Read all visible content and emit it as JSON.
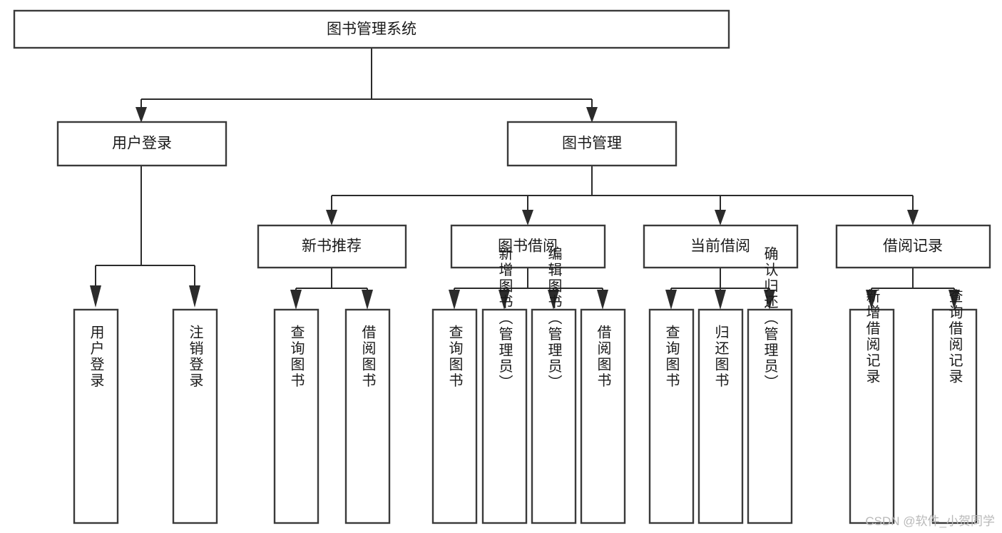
{
  "diagram": {
    "type": "tree-hierarchy-chart",
    "title": "图书管理系统",
    "watermark": "CSDN @软件_小贺同学",
    "colors": {
      "box_stroke": "#3a3a3a",
      "box_fill": "#ffffff",
      "edge": "#2b2b2b",
      "text": "#1a1a1a",
      "watermark": "#b9b9b9",
      "background": "#ffffff"
    },
    "root": {
      "label": "图书管理系统",
      "orientation": "horizontal"
    },
    "level2": [
      {
        "label": "用户登录",
        "orientation": "horizontal"
      },
      {
        "label": "图书管理",
        "orientation": "horizontal"
      }
    ],
    "level3": [
      {
        "label": "新书推荐",
        "orientation": "horizontal"
      },
      {
        "label": "图书借阅",
        "orientation": "horizontal"
      },
      {
        "label": "当前借阅",
        "orientation": "horizontal"
      },
      {
        "label": "借阅记录",
        "orientation": "horizontal"
      }
    ],
    "leaves": {
      "user_login": [
        {
          "label": "用户登录",
          "orientation": "vertical"
        },
        {
          "label": "注销登录",
          "orientation": "vertical"
        }
      ],
      "new_book_recommend": [
        {
          "label": "查询图书",
          "orientation": "vertical"
        },
        {
          "label": "借阅图书",
          "orientation": "vertical"
        }
      ],
      "book_borrow": [
        {
          "label": "查询图书",
          "orientation": "vertical"
        },
        {
          "label": "新增图书（管理员）",
          "orientation": "vertical"
        },
        {
          "label": "编辑图书（管理员）",
          "orientation": "vertical"
        },
        {
          "label": "借阅图书",
          "orientation": "vertical"
        }
      ],
      "current_borrow": [
        {
          "label": "查询图书",
          "orientation": "vertical"
        },
        {
          "label": "归还图书",
          "orientation": "vertical"
        },
        {
          "label": "确认归还（管理员）",
          "orientation": "vertical"
        }
      ],
      "borrow_record": [
        {
          "label": "新增借阅记录",
          "orientation": "vertical"
        },
        {
          "label": "查询借阅记录",
          "orientation": "vertical"
        }
      ]
    }
  }
}
